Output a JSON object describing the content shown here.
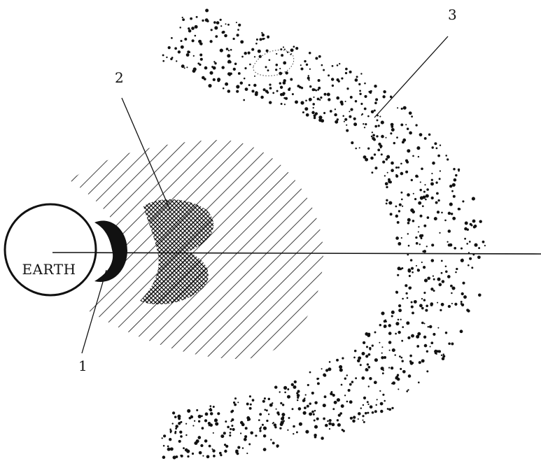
{
  "earth_label": "EARTH",
  "callouts": [
    {
      "id": "1",
      "text": "1"
    },
    {
      "id": "2",
      "text": "2"
    },
    {
      "id": "3",
      "text": "3"
    }
  ],
  "colors": {
    "ink": "#111111",
    "background": "#ffffff"
  }
}
